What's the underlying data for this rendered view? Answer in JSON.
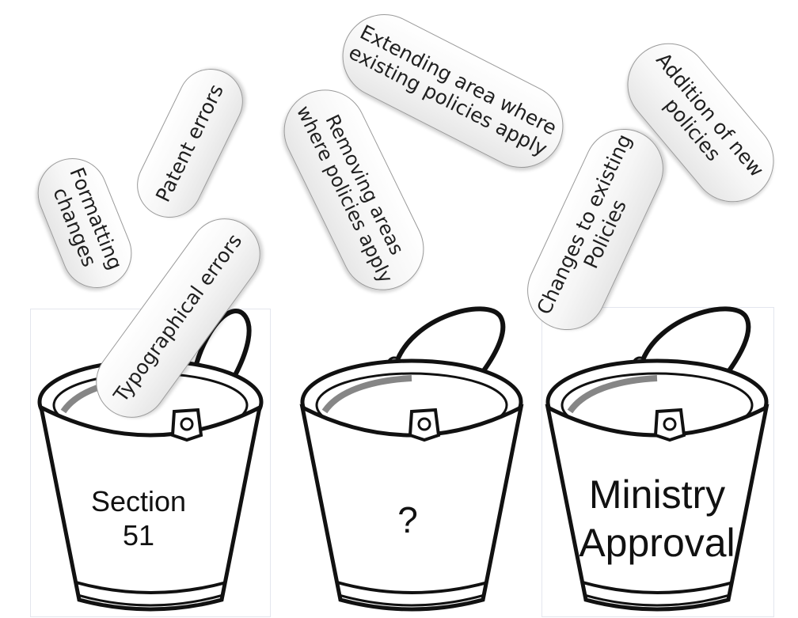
{
  "cards": {
    "formatting": "Formatting\nchanges",
    "patent": "Patent errors",
    "typographical": "Typographical errors",
    "removing": "Removing areas\nwhere policies apply",
    "extending": "Extending area where\nexisting policies apply",
    "changes": "Changes to existing\nPolicies",
    "addition": "Addition of new\npolicies"
  },
  "buckets": {
    "left": "Section\n51",
    "middle": "?",
    "right": "Ministry\nApproval"
  }
}
